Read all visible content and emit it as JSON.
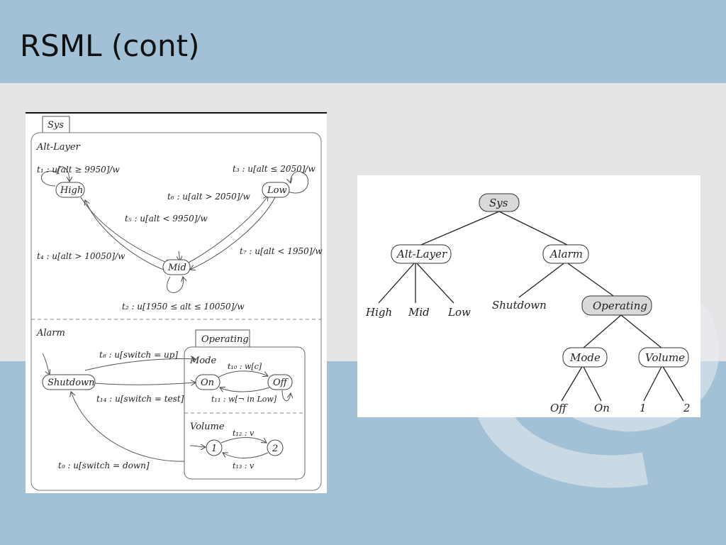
{
  "slide": {
    "title": "RSML (cont)"
  },
  "statechart": {
    "root_label": "Sys",
    "alt_layer": {
      "region_label": "Alt-Layer",
      "states": {
        "high": "High",
        "low": "Low",
        "mid": "Mid"
      },
      "transitions": {
        "t1": "t₁ : u[alt ≥ 9950]/w",
        "t3": "t₃ : u[alt ≤ 2050]/w",
        "t6": "t₆ : u[alt > 2050]/w",
        "t5": "t₅ : u[alt < 9950]/w",
        "t4": "t₄ : u[alt > 10050]/w",
        "t7": "t₇ : u[alt < 1950]/w",
        "t2": "t₂ : u[1950 ≤ alt ≤ 10050]/w"
      }
    },
    "alarm": {
      "region_label": "Alarm",
      "operating_label": "Operating",
      "mode_label": "Mode",
      "volume_label": "Volume",
      "states": {
        "shutdown": "Shutdown",
        "on": "On",
        "off": "Off",
        "one": "1",
        "two": "2"
      },
      "transitions": {
        "t8": "t₈ : u[switch = up]",
        "t10": "t₁₀ : w[c]",
        "t14": "t₁₄ : u[switch = test]",
        "t11": "t₁₁ : w[¬ in Low]",
        "t12": "t₁₂ : v",
        "t13": "t₁₃ : v",
        "t9": "t₉ : u[switch = down]"
      }
    }
  },
  "tree": {
    "root": "Sys",
    "alt_layer": "Alt-Layer",
    "alarm": "Alarm",
    "high": "High",
    "mid": "Mid",
    "low": "Low",
    "shutdown": "Shutdown",
    "operating": "Operating",
    "mode": "Mode",
    "volume": "Volume",
    "off": "Off",
    "on": "On",
    "one": "1",
    "two": "2"
  },
  "colors": {
    "background_blue": "#a2c1d6",
    "band_grey": "#e6e3e6",
    "node_shaded": "#d9d9d9"
  }
}
